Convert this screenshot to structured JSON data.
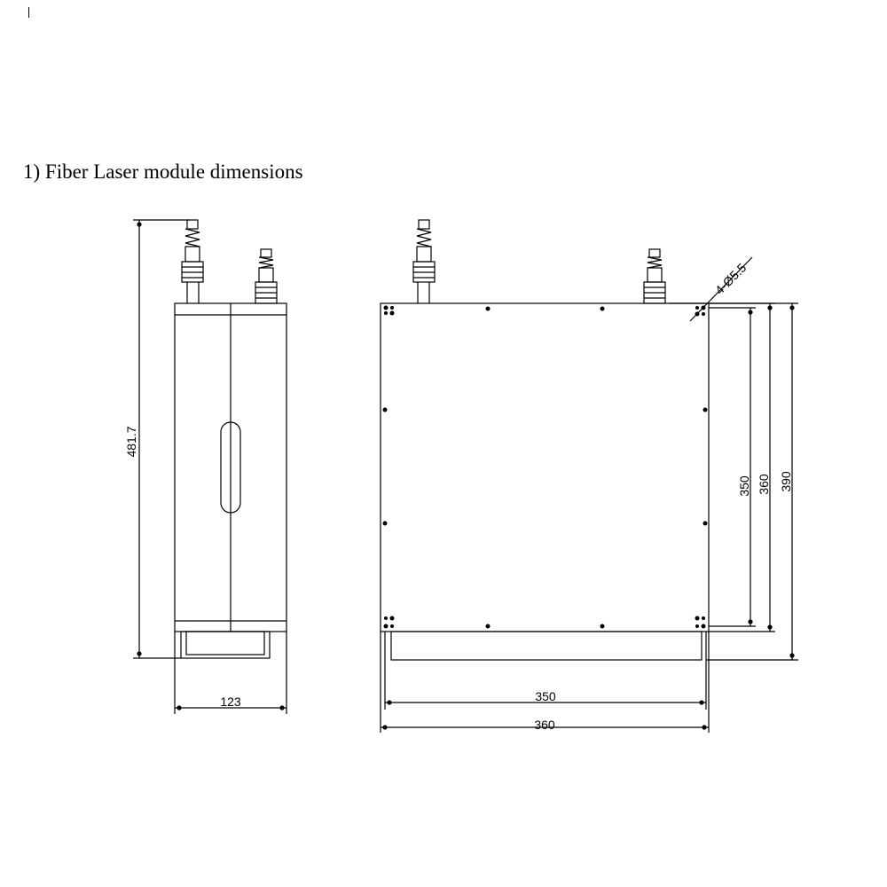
{
  "heading": "1) Fiber Laser module dimensions",
  "side_view": {
    "height_label": "481.7",
    "width_label": "123"
  },
  "front_view": {
    "hole_label": "4-Ø5.5",
    "width_inner_label": "350",
    "width_outer_label": "360",
    "height_inner_label": "350",
    "height_mid_label": "360",
    "height_outer_label": "390"
  },
  "colors": {
    "line": "#000000",
    "background": "#ffffff"
  }
}
